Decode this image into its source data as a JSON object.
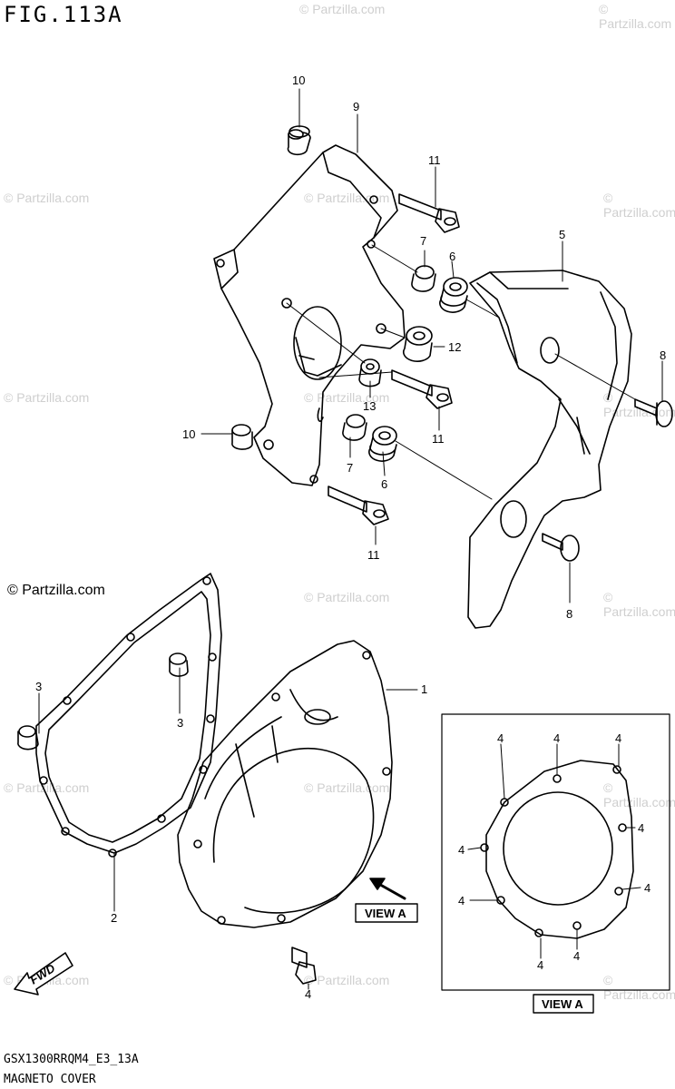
{
  "figure_title": "FIG.113A",
  "footer": {
    "model_code": "GSX1300RRQM4_E3_13A",
    "section_name": "MAGNETO COVER"
  },
  "copyright": "© Partzilla.com",
  "watermark": "© Partzilla.com",
  "view_labels": [
    "VIEW A",
    "VIEW A"
  ],
  "fwd_label": "FWD",
  "callouts": [
    "10",
    "9",
    "11",
    "7",
    "6",
    "5",
    "12",
    "8",
    "13",
    "10",
    "11",
    "7",
    "6",
    "11",
    "8",
    "3",
    "3",
    "1",
    "2",
    "4",
    "4",
    "4",
    "4",
    "4",
    "4",
    "4",
    "4",
    "4",
    "4",
    "4"
  ]
}
